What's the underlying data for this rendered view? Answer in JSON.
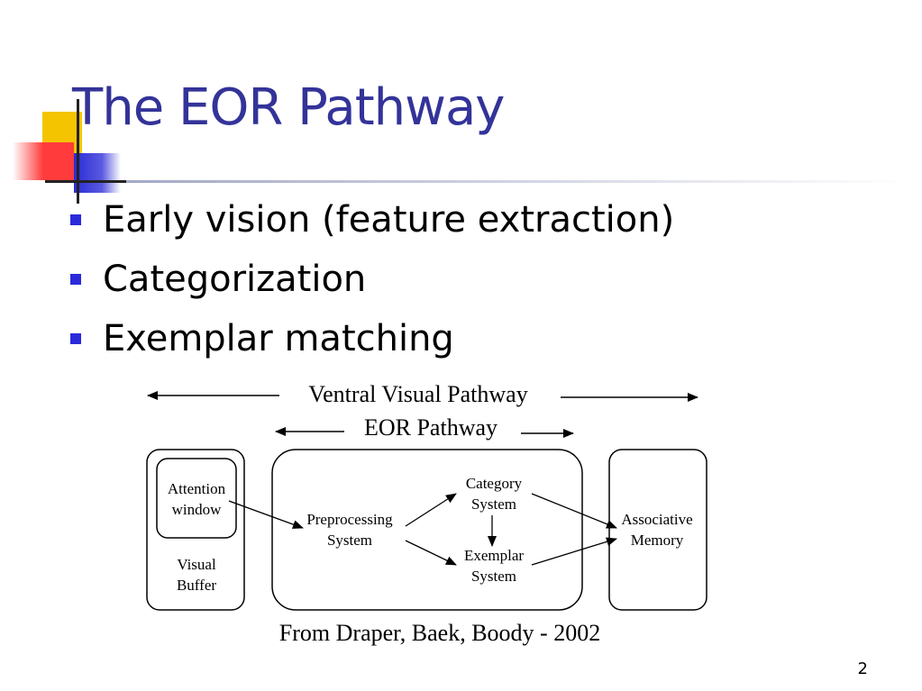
{
  "slide": {
    "title": "The EOR Pathway",
    "bullets": [
      "Early vision (feature extraction)",
      "Categorization",
      "Exemplar matching"
    ],
    "page_number": "2",
    "colors": {
      "title": "#333399",
      "bullet": "#2a2adb",
      "deco_yellow": "#f5c400",
      "deco_red": "#ff3333",
      "deco_blue": "#2b2bd6"
    }
  },
  "diagram": {
    "ventral_label": "Ventral Visual Pathway",
    "eor_label": "EOR Pathway",
    "attention_window": [
      "Attention",
      "window"
    ],
    "visual_buffer": [
      "Visual",
      "Buffer"
    ],
    "preprocessing": [
      "Preprocessing",
      "System"
    ],
    "category": [
      "Category",
      "System"
    ],
    "exemplar": [
      "Exemplar",
      "System"
    ],
    "associative": [
      "Associative",
      "Memory"
    ],
    "caption": "From Draper, Baek, Boody - 2002"
  }
}
